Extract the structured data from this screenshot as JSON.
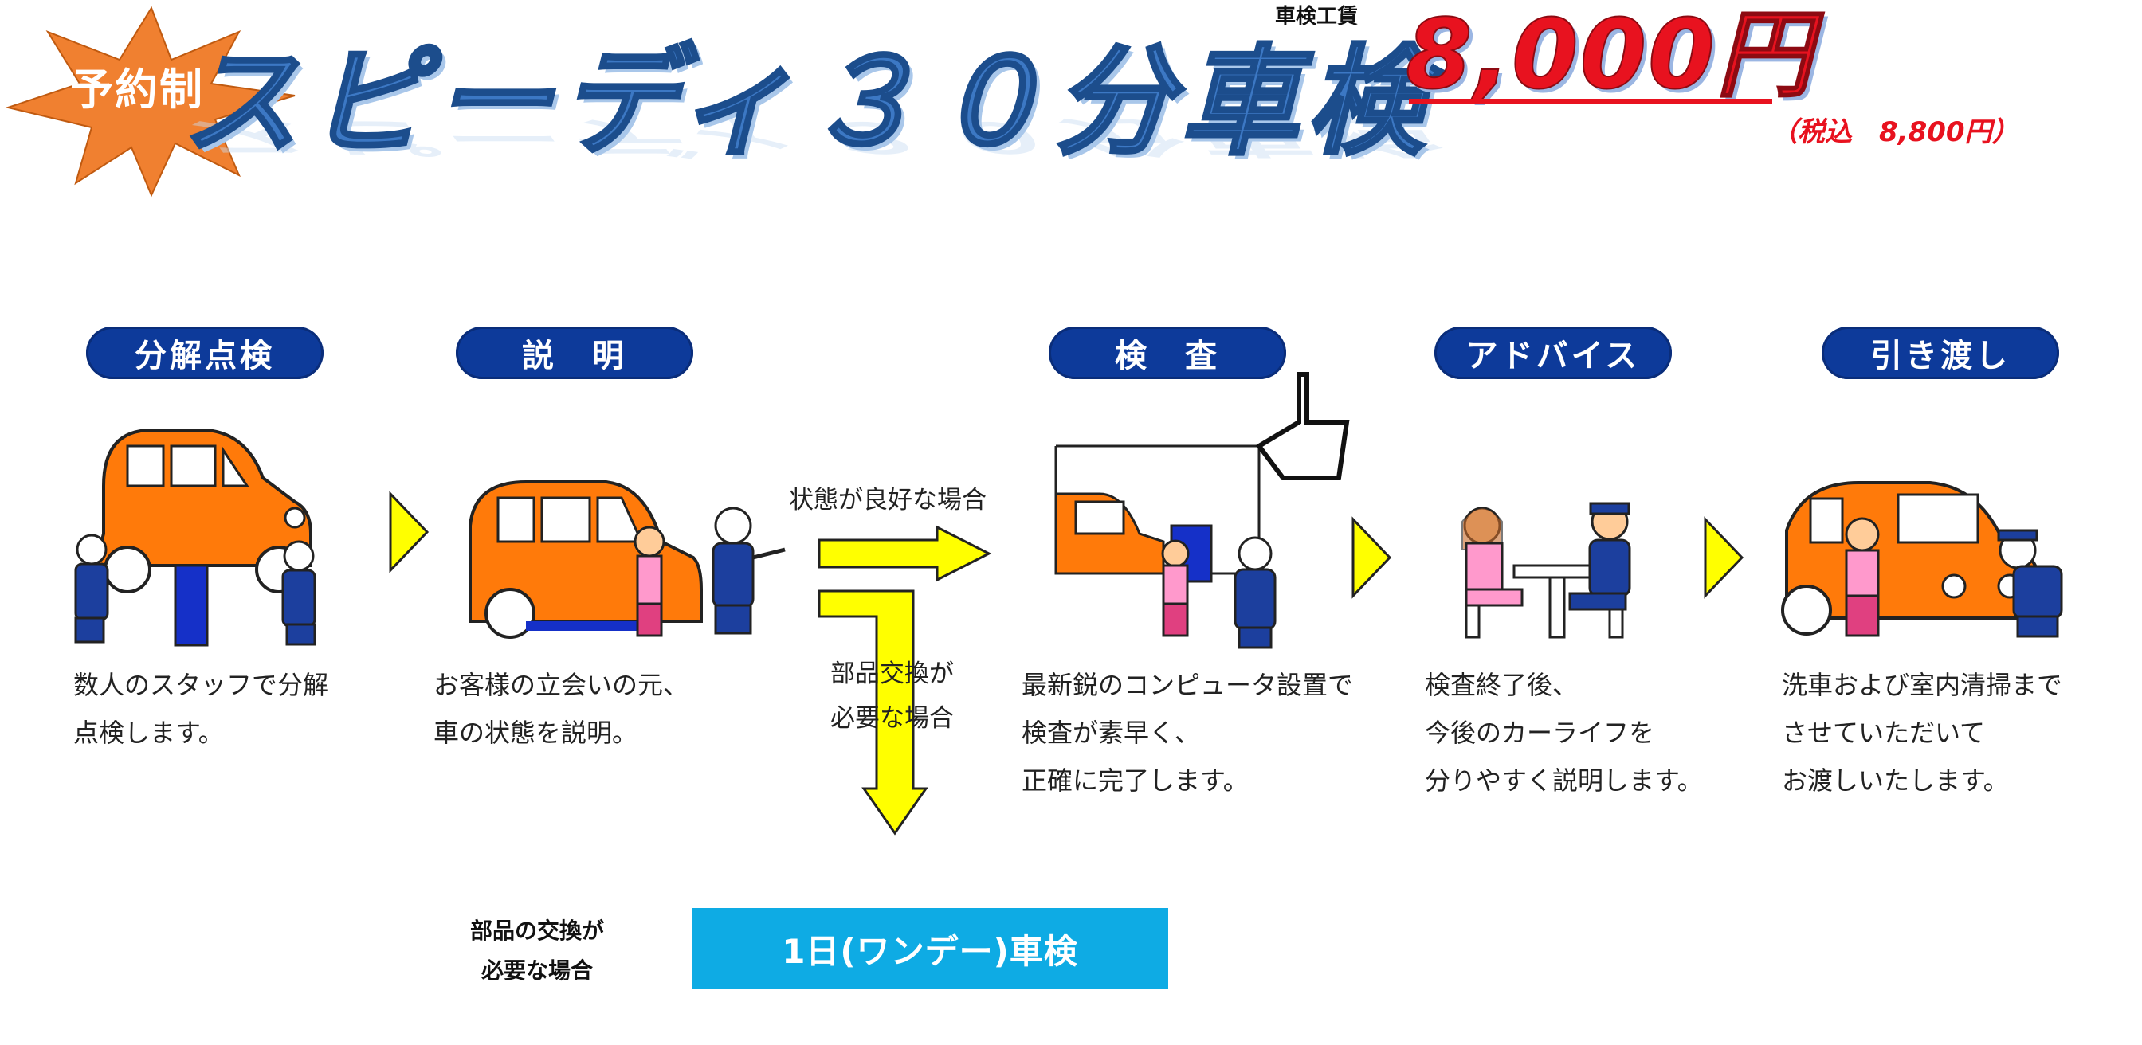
{
  "header": {
    "badge": "予約制",
    "title": "スピーディ３０分車検",
    "fee_label": "車検工賃",
    "price": "8,000円",
    "tax_note": "（税込　8,800円）"
  },
  "steps": [
    {
      "label": "分解点検",
      "desc_lines": [
        "数人のスタッフで分解",
        "点検します。"
      ]
    },
    {
      "label": "説　明",
      "desc_lines": [
        "お客様の立会いの元、",
        "車の状態を説明。"
      ]
    },
    {
      "label": "検　査",
      "desc_lines": [
        "最新鋭のコンピュータ設置で",
        "検査が素早く、",
        "正確に完了します。"
      ]
    },
    {
      "label": "アドバイス",
      "desc_lines": [
        "検査終了後、",
        "今後のカーライフを",
        "分りやすく説明します。"
      ]
    },
    {
      "label": "引き渡し",
      "desc_lines": [
        "洗車および室内清掃まで",
        "させていただいて",
        "お渡しいたします。"
      ]
    }
  ],
  "branches": {
    "good": "状態が良好な場合",
    "parts_line1": "部品交換が",
    "parts_line2": "必要な場合"
  },
  "bottom": {
    "note_line1": "部品の交換が",
    "note_line2": "必要な場合",
    "oneday_button": "1日(ワンデー)車検"
  },
  "colors": {
    "pill": "#0d3a9a",
    "car": "#ff7a0a",
    "arrow_yellow": "#ffff00",
    "price_red": "#e8121f",
    "button_blue": "#0eabe4",
    "star_orange": "#f08030"
  },
  "illustrations": [
    "car-on-lift",
    "car-explanation",
    "inspection-machine",
    "advice-table",
    "handover"
  ]
}
